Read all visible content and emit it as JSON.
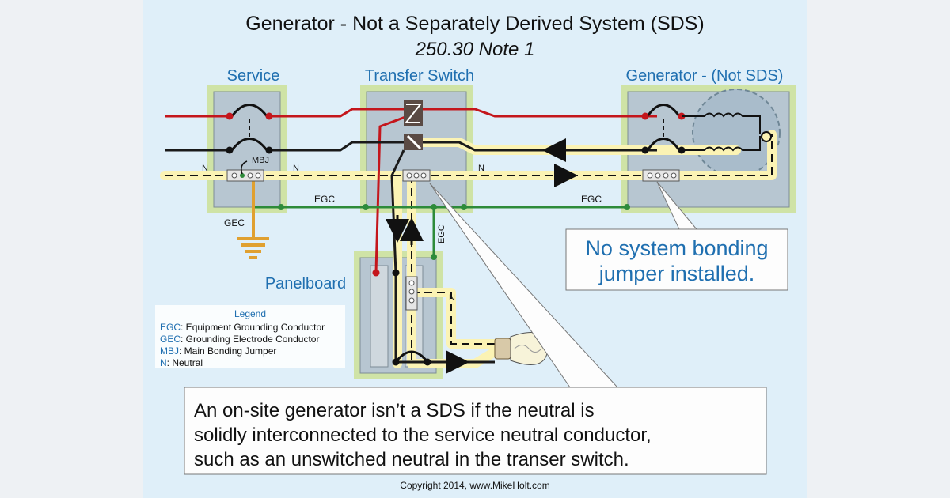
{
  "title": "Generator - Not a Separately Derived System (SDS)",
  "subtitle": "250.30 Note 1",
  "labels": {
    "service": "Service",
    "transfer_switch": "Transfer Switch",
    "generator": "Generator - (Not SDS)",
    "panelboard": "Panelboard",
    "mbj": "MBJ",
    "n_left": "N",
    "n_mid": "N",
    "n_right": "N",
    "n_panel": "N",
    "egc_left": "EGC",
    "egc_right": "EGC",
    "egc_vertical": "EGC",
    "gec": "GEC"
  },
  "legend": {
    "title": "Legend",
    "items": [
      {
        "abbr": "EGC",
        "text": ": Equipment Grounding Conductor"
      },
      {
        "abbr": "GEC",
        "text": ": Grounding Electrode Conductor"
      },
      {
        "abbr": "MBJ",
        "text": ": Main Bonding Jumper"
      },
      {
        "abbr": "N",
        "text": ": Neutral"
      }
    ]
  },
  "callout_bonding": {
    "line1": "No system bonding",
    "line2": "jumper installed."
  },
  "callout_main": {
    "line1": "An on-site generator isn’t a SDS if the neutral is",
    "line2": "solidly interconnected to the service neutral conductor,",
    "line3": "such as an unswitched neutral in the transer switch."
  },
  "copyright": "Copyright 2014, www.MikeHolt.com",
  "colors": {
    "panel_bg": "#dfeff9",
    "red_wire": "#c4161c",
    "black_wire": "#1a1a1a",
    "neutral_glow": "#fbf3b4",
    "egc_green": "#2e8b3a",
    "gec_orange": "#e0a030",
    "box_fill": "#b7c6d1",
    "box_outline": "#cfe3a6",
    "label_blue": "#1f6fb0"
  }
}
